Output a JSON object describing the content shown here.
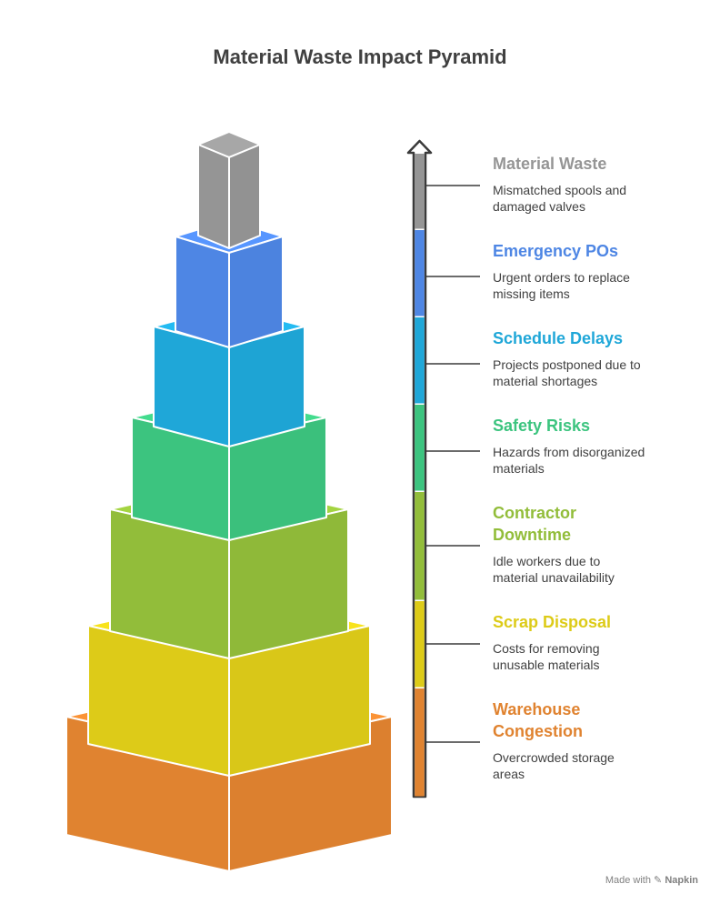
{
  "title": "Material Waste Impact Pyramid",
  "levels": [
    {
      "label": "Material Waste",
      "desc": "Mismatched spools and damaged valves",
      "color": "#959595",
      "icon": "gray-column"
    },
    {
      "label": "Emergency POs",
      "desc": "Urgent orders to replace missing items",
      "color": "#4E86E4"
    },
    {
      "label": "Schedule Delays",
      "desc": "Projects postponed due to material shortages",
      "color": "#1FA7D8"
    },
    {
      "label": "Safety Risks",
      "desc": "Hazards from disorganized materials",
      "color": "#3CC47F"
    },
    {
      "label": "Contractor Downtime",
      "desc": "Idle workers due to material unavailability",
      "color": "#92BD3A"
    },
    {
      "label": "Scrap Disposal",
      "desc": "Costs for removing unusable materials",
      "color": "#DDCB18"
    },
    {
      "label": "Warehouse Congestion",
      "desc": "Overcrowded storage areas",
      "color": "#E08330"
    }
  ],
  "footer": {
    "prefix": "Made with",
    "brand": "Napkin"
  }
}
